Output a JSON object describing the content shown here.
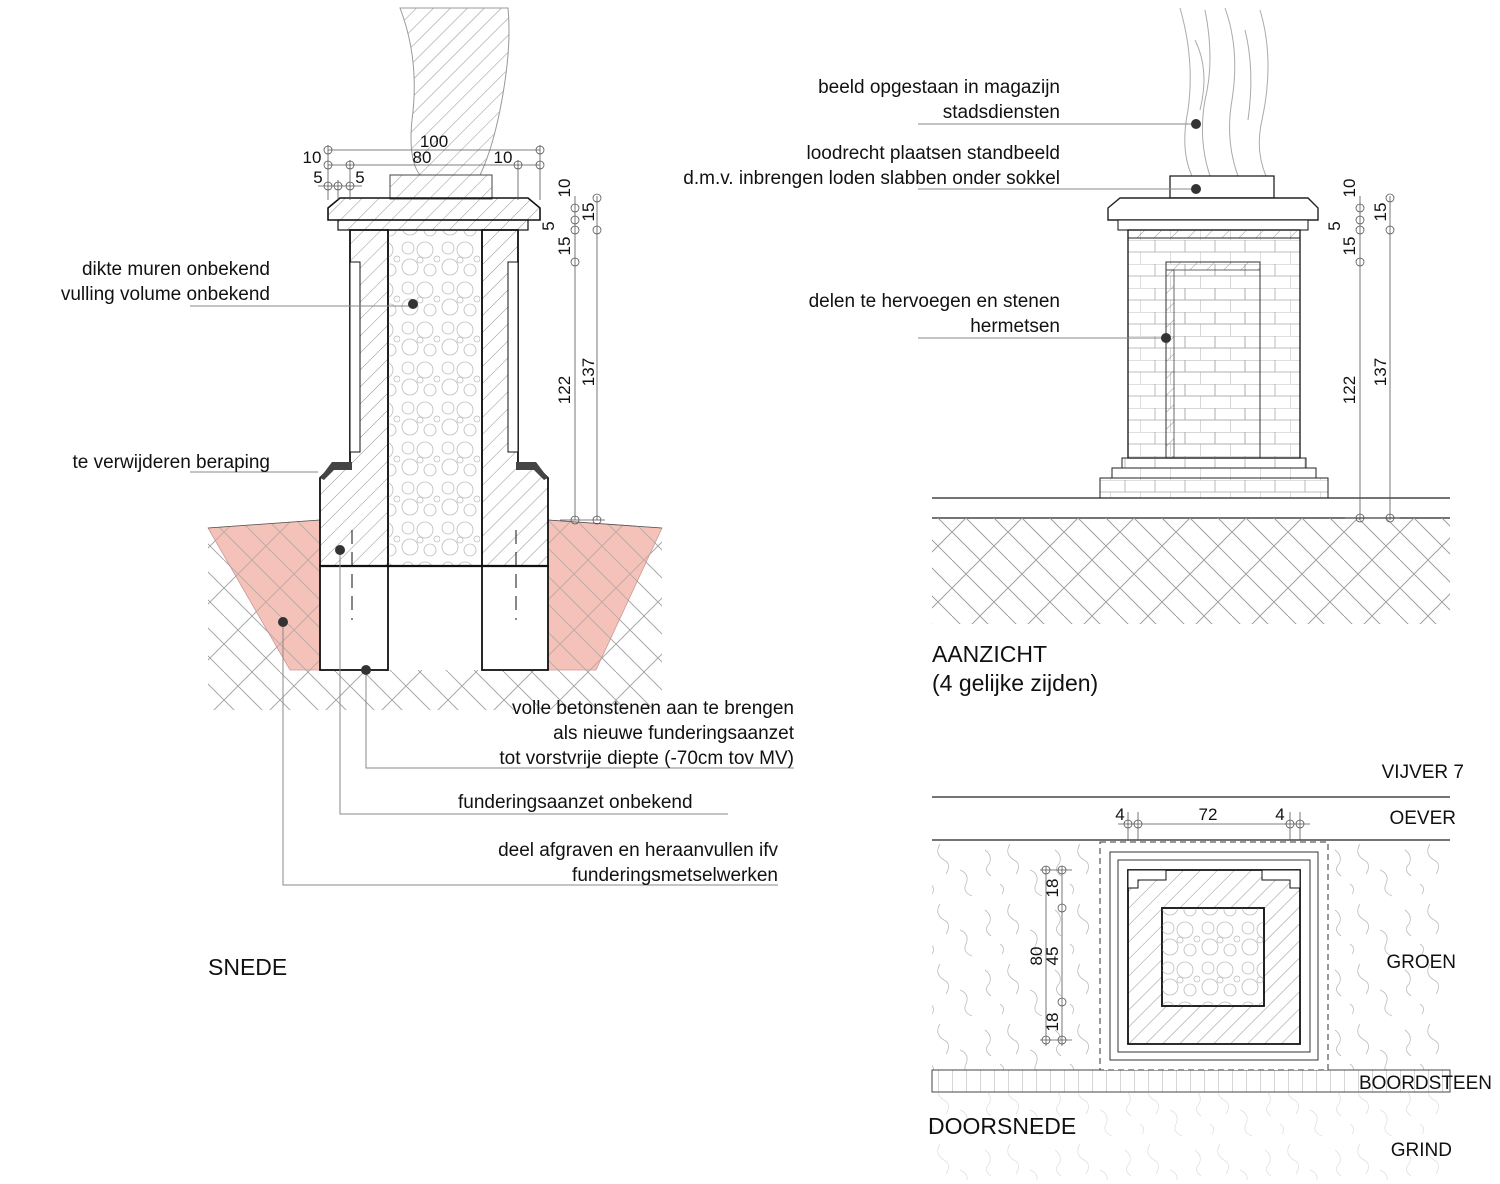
{
  "colors": {
    "soil_highlight": "#f4c2b9",
    "line": "#222222",
    "leader": "#888888",
    "dot": "#333333"
  },
  "snede": {
    "title": "SNEDE",
    "notes": {
      "walls_1": "dikte muren onbekend",
      "walls_2": "vulling volume onbekend",
      "plaster": "te verwijderen beraping",
      "blocks_1": "volle betonstenen aan te brengen",
      "blocks_2": "als nieuwe funderingsaanzet",
      "blocks_3": "tot vorstvrije diepte (-70cm tov MV)",
      "foundation": "funderingsaanzet onbekend",
      "dig_1": "deel afgraven en heraanvullen ifv",
      "dig_2": "funderingsmetselwerken"
    },
    "dims": {
      "top_total": "100",
      "top_inner": "80",
      "top_left": "10",
      "top_right": "10",
      "step_left": "5",
      "step_right": "5",
      "v1": "10",
      "v2": "15",
      "v3": "5",
      "v4": "15",
      "v5": "122",
      "v6": "137"
    }
  },
  "aanzicht": {
    "title_1": "AANZICHT",
    "title_2": "(4 gelijke zijden)",
    "notes": {
      "statue_1": "beeld opgestaan in magazijn",
      "statue_2": "stadsdiensten",
      "plumb_1": "loodrecht plaatsen standbeeld",
      "plumb_2": "d.m.v. inbrengen loden slabben onder sokkel",
      "repoint_1": "delen te hervoegen en stenen",
      "repoint_2": "hermetsen"
    },
    "dims": {
      "v1": "10",
      "v2": "15",
      "v3": "5",
      "v4": "15",
      "v5": "122",
      "v6": "137"
    }
  },
  "doorsnede": {
    "title": "DOORSNEDE",
    "zones": {
      "vijver": "VIJVER 7",
      "oever": "OEVER",
      "groen": "GROEN",
      "boordsteen": "BOORDSTEEN",
      "grind": "GRIND"
    },
    "dims": {
      "h_left": "4",
      "h_mid": "72",
      "h_right": "4",
      "v_top": "18",
      "v_mid": "45",
      "v_bot": "18",
      "v_total": "80"
    }
  }
}
